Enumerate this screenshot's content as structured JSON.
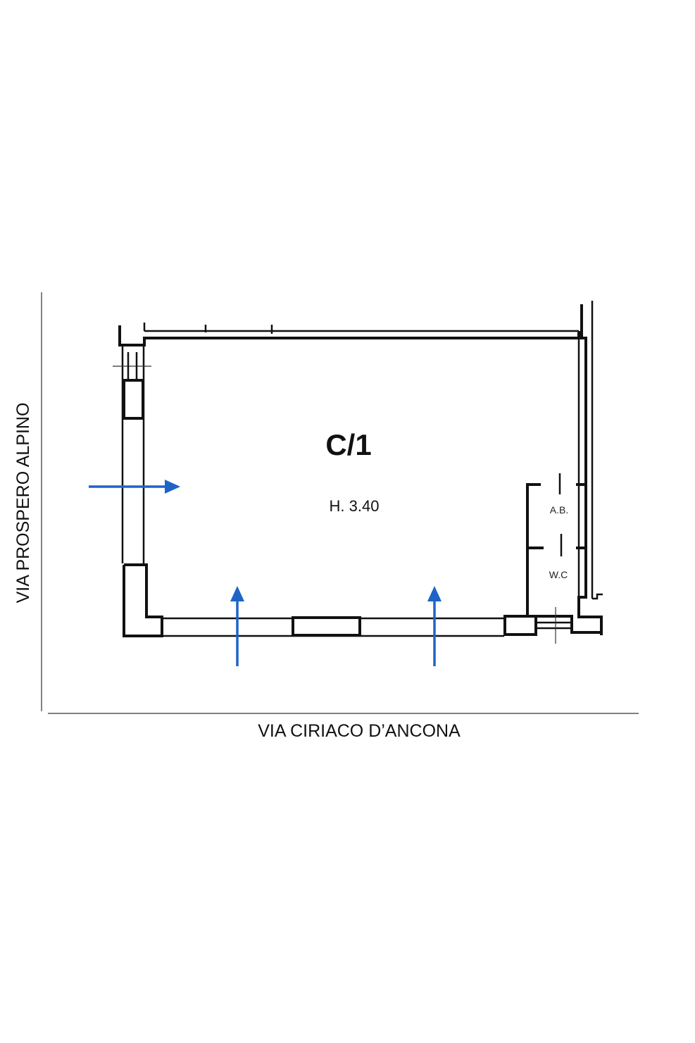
{
  "streets": {
    "left": "VIA PROSPERO ALPINO",
    "bottom": "VIA CIRIACO D’ANCONA"
  },
  "unit": {
    "code": "C/1",
    "height": "H. 3.40"
  },
  "rooms": {
    "ab": "A.B.",
    "wc": "W.C"
  },
  "colors": {
    "wall": "#111111",
    "arrow": "#1e64c8",
    "background": "#ffffff"
  },
  "icons": {
    "entrance_arrow": "arrow-icon"
  }
}
